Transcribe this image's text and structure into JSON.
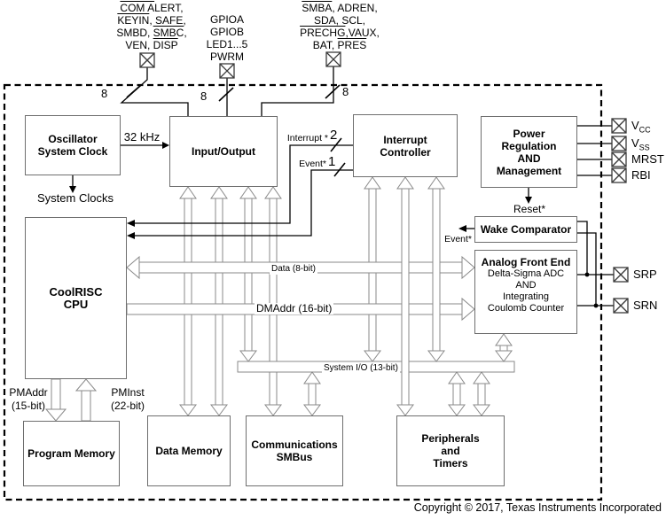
{
  "colors": {
    "background": "#ffffff",
    "wire": "#000000",
    "bus_outline": "#8a8a8a",
    "block_border": "#6e6e6e"
  },
  "pins_top_left": {
    "lines": [
      {
        "over": "COM A",
        "rest": "LERT,"
      },
      {
        "over": "KEYIN",
        "rest": ", SAFE,"
      },
      {
        "pre": "SMBD, ",
        "over": "SMBC",
        "rest": ","
      },
      {
        "pre": "VEN, ",
        "over": "DISP"
      }
    ]
  },
  "pins_top_mid": {
    "lines": [
      "GPIOA",
      "GPIOB",
      "LED1...5",
      "PWRM"
    ]
  },
  "pins_top_right": {
    "lines": [
      {
        "over": "SMBA",
        "rest": ", ADREN,"
      },
      {
        "pre": "SDA, SCL,"
      },
      {
        "over": "PRECHG",
        "rest": ",VAUX,"
      },
      {
        "pre": "BAT, ",
        "over": "PRES"
      }
    ]
  },
  "blocks": {
    "oscillator": "Oscillator\nSystem Clock",
    "io": "Input/Output",
    "interrupt_controller": "Interrupt\nController",
    "power": "Power\nRegulation\nAND\nManagement",
    "wake": "Wake Comparator",
    "afe_title": "Analog Front End",
    "afe_body": "Delta-Sigma ADC\nAND\nIntegrating\nCoulomb Counter",
    "cpu": "CoolRISC\nCPU",
    "program_memory": "Program Memory",
    "data_memory": "Data Memory",
    "communications": "Communications\nSMBus",
    "peripherals": "Peripherals\nand\nTimers"
  },
  "labels": {
    "bus8_left": "8",
    "bus8_mid": "8",
    "bus8_right": "8",
    "clock_32khz": "32 kHz",
    "system_clocks": "System Clocks",
    "interrupt": "Interrupt *",
    "interrupt_width": "2",
    "event": "Event*",
    "event_width": "1",
    "reset": "Reset*",
    "wake_event": "Event*",
    "data_bus": "Data (8-bit)",
    "dmaddr_bus": "DMAddr (16-bit)",
    "system_io_bus": "System I/O (13-bit)",
    "pmaddr": "PMAddr\n(15-bit)",
    "pminst": "PMInst\n(22-bit)"
  },
  "right_pins": {
    "vcc": {
      "base": "V",
      "sub": "CC"
    },
    "vss": {
      "base": "V",
      "sub": "SS"
    },
    "mrst": {
      "label": "MRST"
    },
    "rbi": {
      "label": "RBI"
    },
    "srp": {
      "label": "SRP"
    },
    "srn": {
      "label": "SRN"
    }
  },
  "footer": {
    "copyright": "Copyright © 2017, Texas Instruments Incorporated"
  }
}
